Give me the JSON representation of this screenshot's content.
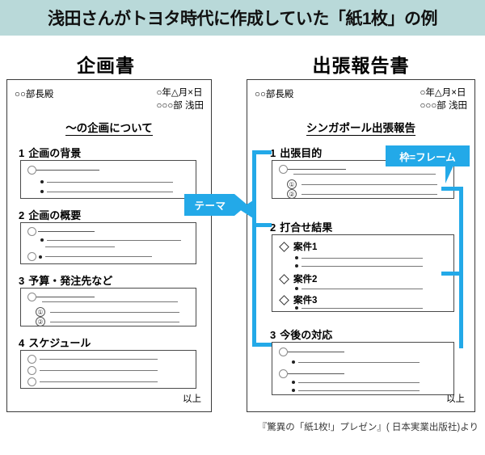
{
  "banner": {
    "title": "浅田さんがトヨタ時代に作成していた「紙1枚」の例"
  },
  "colors": {
    "banner_bg": "#b9d9d9",
    "accent_blue": "#23a9e8",
    "ink": "#000000"
  },
  "panels": [
    {
      "key": "proposal",
      "title": "企画書",
      "addressee": "○○部長殿",
      "date": "○年△月×日",
      "author": "○○○部  浅田",
      "doc_title": "〜の企画について",
      "end_mark": "以上",
      "sections": [
        {
          "num": "1",
          "label": "企画の背景"
        },
        {
          "num": "2",
          "label": "企画の概要"
        },
        {
          "num": "3",
          "label": "予算・発注先など"
        },
        {
          "num": "4",
          "label": "スケジュール"
        }
      ]
    },
    {
      "key": "trip_report",
      "title": "出張報告書",
      "addressee": "○○部長殿",
      "date": "○年△月×日",
      "author": "○○○部  浅田",
      "doc_title": "シンガポール出張報告",
      "end_mark": "以上",
      "sections": [
        {
          "num": "1",
          "label": "出張目的"
        },
        {
          "num": "2",
          "label": "打合せ結果"
        },
        {
          "num": "3",
          "label": "今後の対応"
        }
      ],
      "meeting_items": [
        "案件1",
        "案件2",
        "案件3"
      ]
    }
  ],
  "annotations": {
    "theme_tag": "テーマ",
    "frame_callout": "枠=フレーム"
  },
  "list_markers": {
    "num1": "①",
    "num2": "②"
  },
  "citation": "『驚異の「紙1枚!」プレゼン』( 日本実業出版社)より"
}
